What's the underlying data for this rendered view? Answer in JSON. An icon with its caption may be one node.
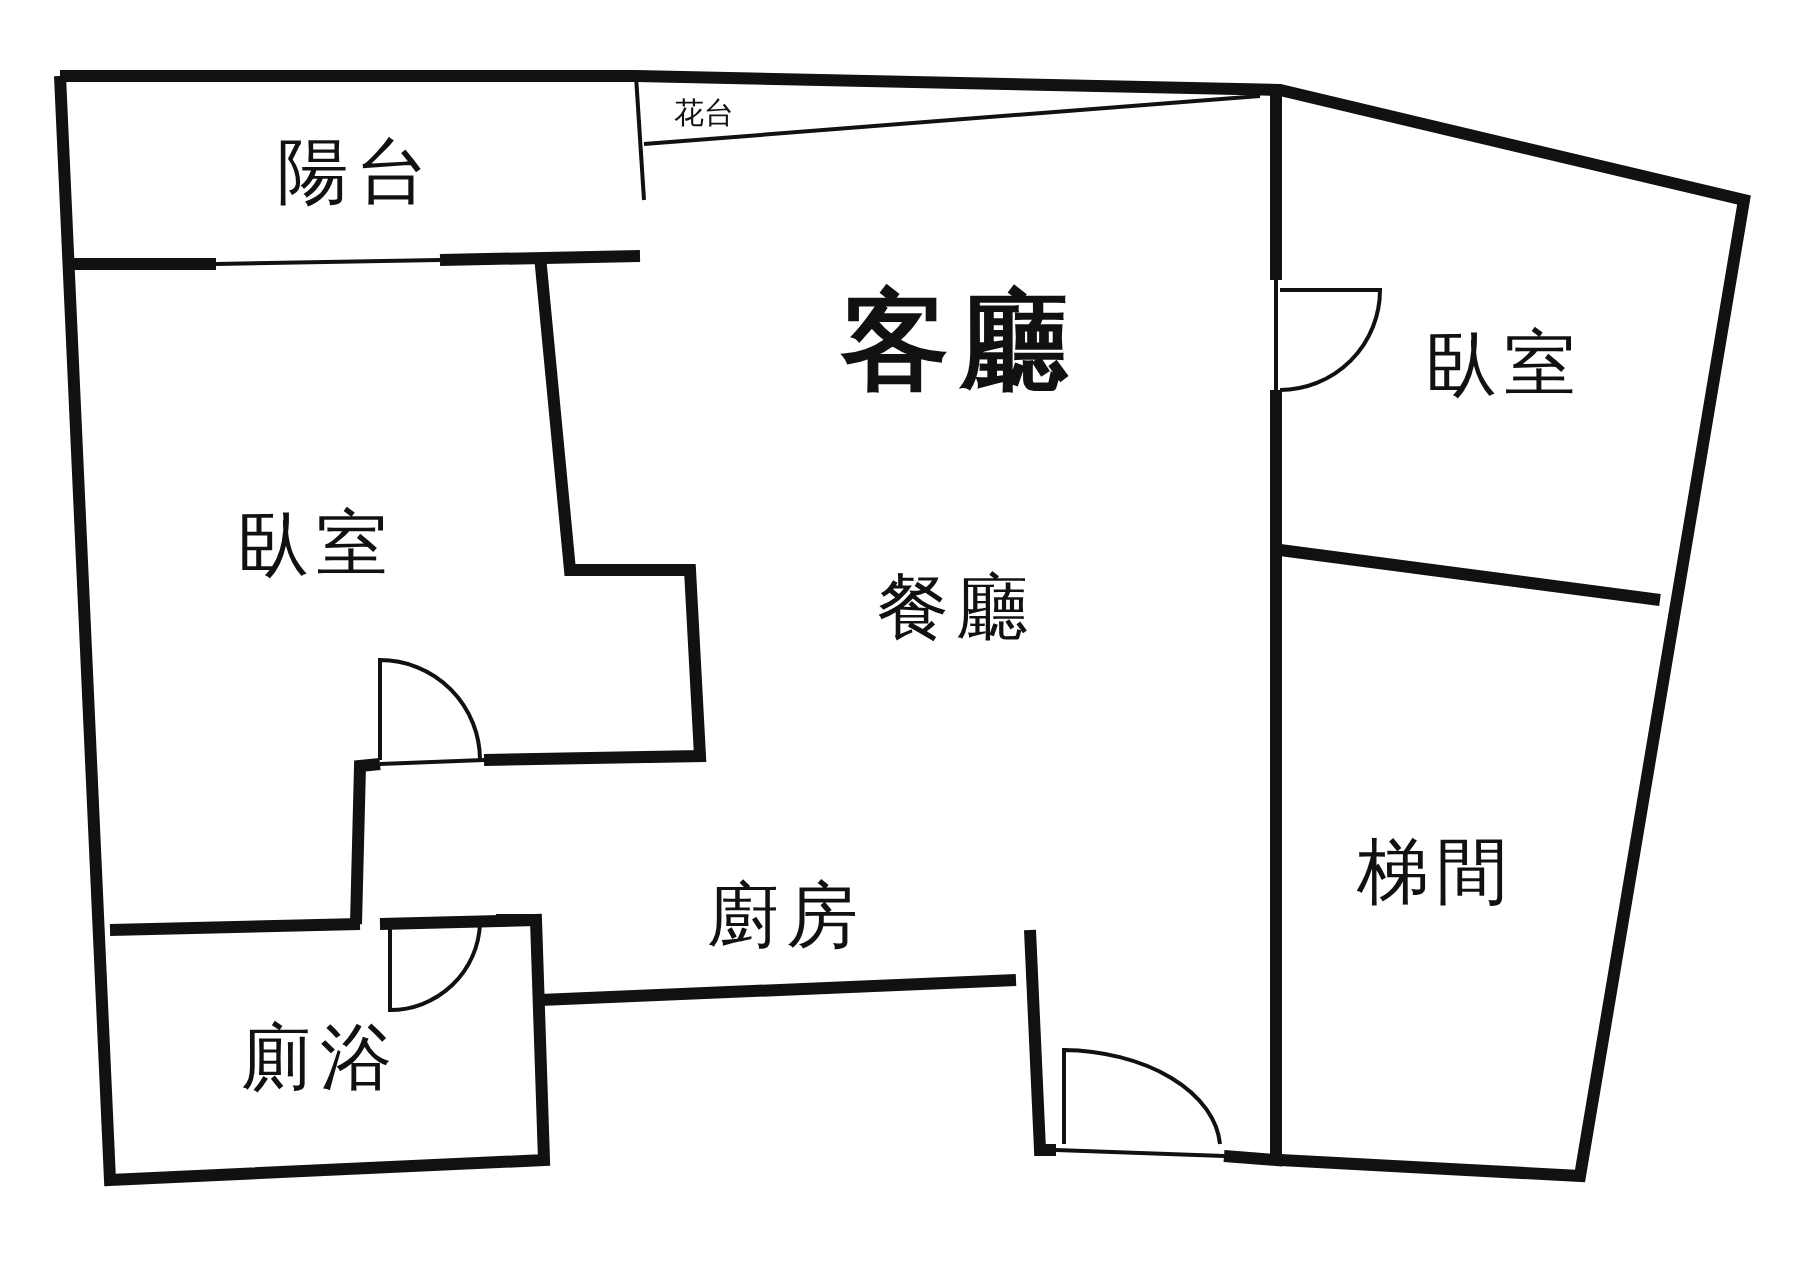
{
  "diagram": {
    "labels": [
      "花台",
      "陽台",
      "客廳",
      "臥室",
      "臥室",
      "餐廳",
      "梯間",
      "廚房",
      "廁浴"
    ]
  }
}
